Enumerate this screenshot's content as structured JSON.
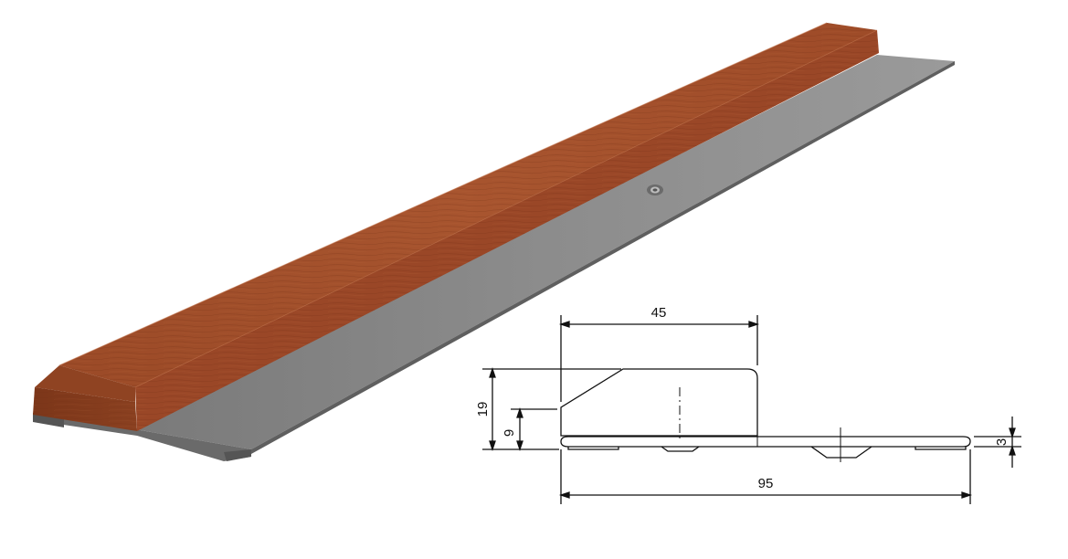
{
  "drawing": {
    "dimensions": {
      "width_top": "45",
      "width_total": "95",
      "height_total": "19",
      "height_chamfer": "9",
      "plate_thickness": "3"
    }
  },
  "colors": {
    "wood_top": "#a14e2c",
    "wood_front": "#7a3518",
    "wood_end": "#8a3f1e",
    "plate_top": "#858585",
    "plate_edge": "#5e5e5e",
    "line": "#111111"
  }
}
